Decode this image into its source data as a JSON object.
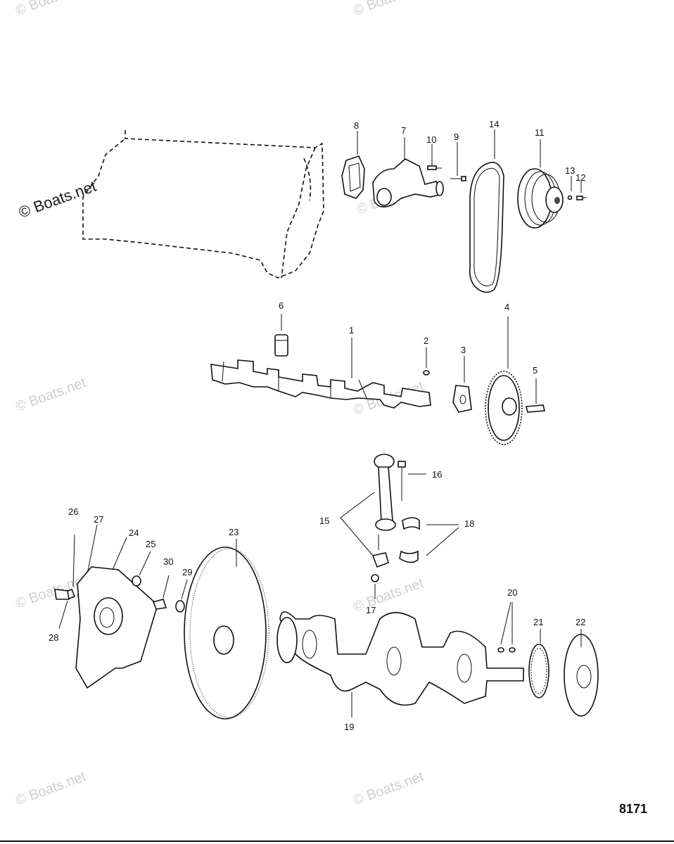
{
  "figure_number": "8171",
  "watermarks": {
    "main": "© Boats.net",
    "faint": [
      "© Boats.net",
      "© Boats.net",
      "© Boats.net",
      "© Boats.net",
      "© Boats.net",
      "© Boats.net",
      "© Boats.net",
      "© Boats.net"
    ]
  },
  "callouts": {
    "c1": "1",
    "c2": "2",
    "c3": "3",
    "c4": "4",
    "c5": "5",
    "c6": "6",
    "c7": "7",
    "c8": "8",
    "c9": "9",
    "c10": "10",
    "c11": "11",
    "c12": "12",
    "c13": "13",
    "c14": "14",
    "c15": "15",
    "c16": "16",
    "c17": "17",
    "c18": "18",
    "c19": "19",
    "c20": "20",
    "c21": "21",
    "c22": "22",
    "c23": "23",
    "c24": "24",
    "c25": "25",
    "c26": "26",
    "c27": "27",
    "c28": "28",
    "c29": "29",
    "c30": "30"
  }
}
